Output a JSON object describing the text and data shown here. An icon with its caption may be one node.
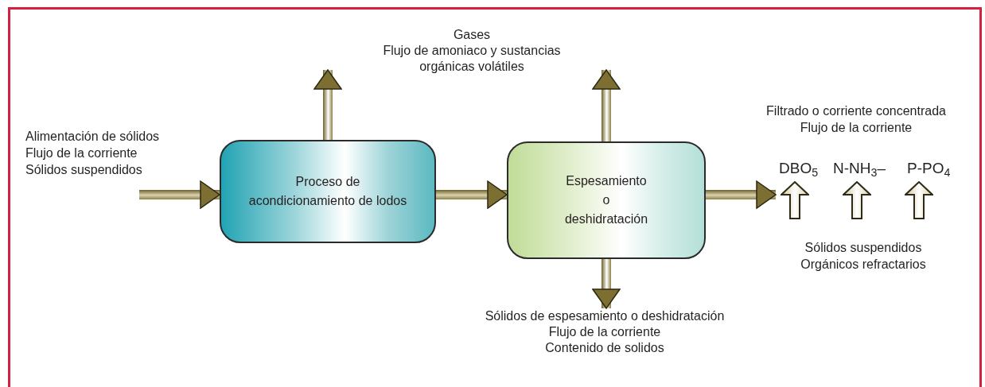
{
  "diagram": {
    "nodes": [
      {
        "text": [
          "Proceso de acondicionamiento de lodos"
        ]
      },
      {
        "text": [
          "Espesamiento o deshidratación"
        ]
      },
      {
        "text": [
          "Gases",
          "Flujo de amoniaco y sustancias orgánicas volátiles"
        ]
      },
      {
        "text": [
          "DBO$_{5}$",
          "N-NH$_{3}$–",
          "P-PO$_{4}$",
          "Sólidos suspendidos",
          "Orgánicos refractarios"
        ]
      },
      {
        "text": [
          "Sólidos de espesamiento o deshidratación",
          "Flujo de la corriente",
          "Contenido de solidos"
        ]
      }
    ],
    "edges": [
      {
        "from": null,
        "to": 0,
        "arrow": "to"
      },
      {
        "from": 0,
        "to": 1,
        "arrow": "to"
      },
      {
        "from": 0,
        "to": 2,
        "arrow": "to"
      },
      {
        "from": 1,
        "to": 2,
        "arrow": "to"
      },
      {
        "from": 1,
        "to": 3,
        "arrow": "to"
      },
      {
        "from": 1,
        "to": 4,
        "arrow": "to"
      }
    ],
    "labels": [
      "Alimentación de sólidos",
      "Flujo de la corriente",
      "Sólidos suspendidos",
      "Filtrado o corriente concentrada",
      "Flujo de la corriente"
    ]
  }
}
